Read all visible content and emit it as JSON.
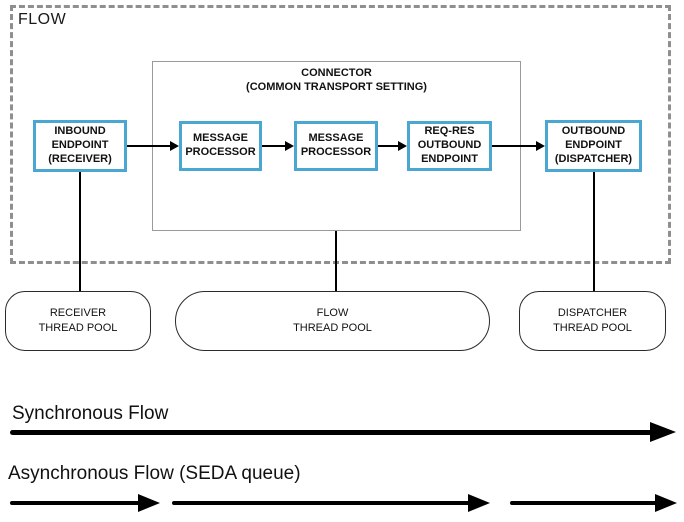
{
  "diagram": {
    "flow_label": "FLOW",
    "connector": {
      "title": "CONNECTOR\n(COMMON TRANSPORT SETTING)"
    },
    "nodes": {
      "inbound": "INBOUND\nENDPOINT\n(RECEIVER)",
      "mp1": "MESSAGE\nPROCESSOR",
      "mp2": "MESSAGE\nPROCESSOR",
      "reqres": "REQ-RES\nOUTBOUND\nENDPOINT",
      "outbound": "OUTBOUND\nENDPOINT\n(DISPATCHER)"
    },
    "pools": {
      "receiver": "RECEIVER\nTHREAD POOL",
      "flow": "FLOW\nTHREAD POOL",
      "dispatcher": "DISPATCHER\nTHREAD POOL"
    },
    "colors": {
      "node_border": "#4aa7d1",
      "dashed_border": "#8f8f8f",
      "connector_border": "#9a9a9a",
      "line": "#000000"
    }
  },
  "legend": {
    "synchronous": "Synchronous Flow",
    "asynchronous": "Asynchronous Flow (SEDA queue)"
  }
}
